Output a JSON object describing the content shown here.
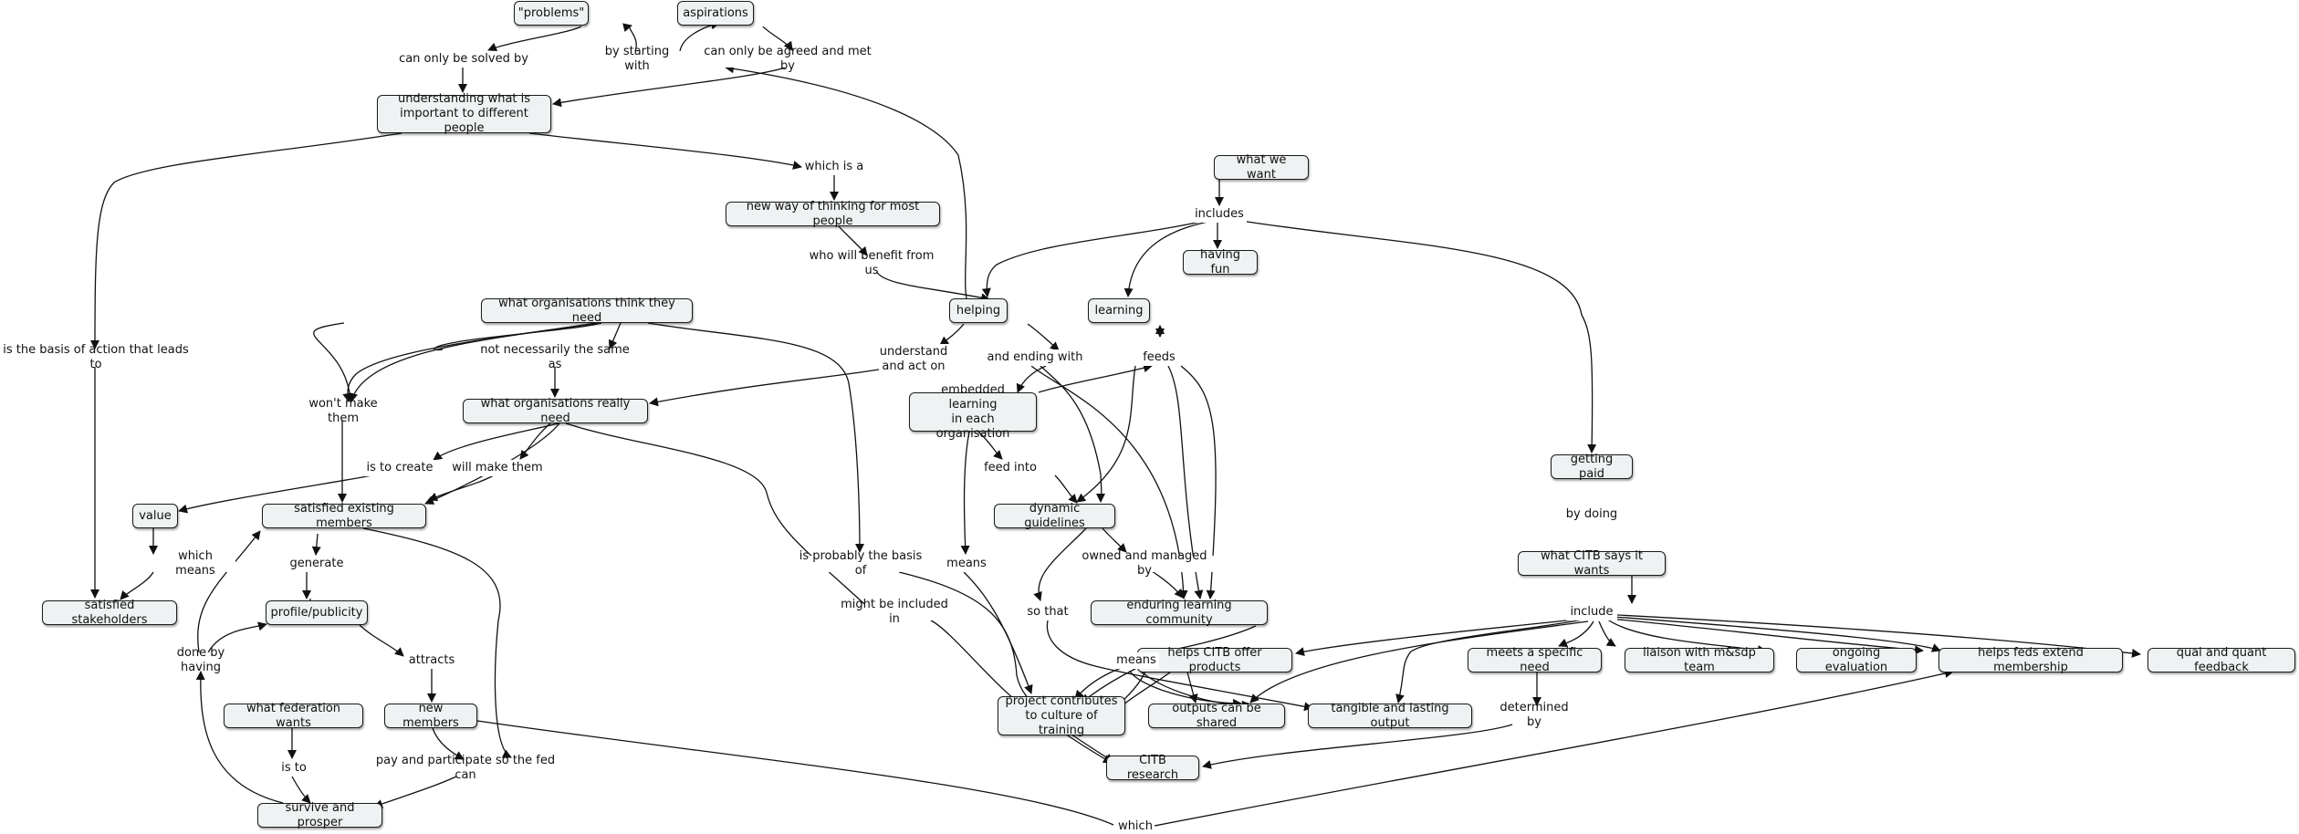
{
  "concepts": {
    "problems": "\"problems\"",
    "aspirations": "aspirations",
    "understanding": "understanding what is\nimportant to different people",
    "new_thinking": "new way of thinking for most people",
    "what_we_want": "what we want",
    "having_fun": "having fun",
    "helping": "helping",
    "learning": "learning",
    "orgs_think": "what organisations think they need",
    "orgs_need": "what organisations really need",
    "embedded": "embedded learning\nin each organisation",
    "getting_paid": "getting paid",
    "value": "value",
    "satisfied_members": "satisfied existing members",
    "dynamic_guidelines": "dynamic guidelines",
    "citb_wants": "what CITB says it wants",
    "satisfied_stakeholders": "satisfied stakeholders",
    "profile": "profile/publicity",
    "enduring": "enduring learning community",
    "helps_citb": "helps CITB offer products",
    "specific_need": "meets a specific need",
    "liaison": "liaison with m&sdp team",
    "ongoing": "ongoing evaluation",
    "helps_feds": "helps feds extend membership",
    "qual_quant": "qual and quant feedback",
    "federation_wants": "what federation wants",
    "new_members": "new members",
    "project_contributes": "project contributes\nto culture of training",
    "outputs_shared": "outputs can be shared",
    "tangible": "tangible and lasting output",
    "citb_research": "CITB research",
    "survive": "survive and prosper"
  },
  "links": {
    "solved_by": "can only be solved by",
    "starting_with": "by starting with",
    "agreed_met_by": "can only be agreed and met by",
    "which_is_a": "which is a",
    "includes": "includes",
    "who_benefit": "who will benefit from us",
    "basis_action": "is the basis of action that leads to",
    "not_same": "not necessarily the same as",
    "understand_act": "understand\nand act on",
    "and_ending": "and ending with",
    "feeds": "feeds",
    "wont_make": "won't make them",
    "is_to_create": "is to create",
    "will_make": "will make them",
    "feed_into": "feed into",
    "by_doing": "by doing",
    "which_means": "which means",
    "generate": "generate",
    "probably_basis": "is probably the basis of",
    "means1": "means",
    "owned_managed": "owned and managed by",
    "might_included": "might be included in",
    "so_that": "so that",
    "include": "include",
    "done_by_having": "done by having",
    "attracts": "attracts",
    "means2": "means",
    "determined_by": "determined by",
    "is_to": "is to",
    "pay_participate": "pay and participate so the fed can",
    "which": "which"
  },
  "colors": {
    "node_fill": "#eef2f3",
    "node_border": "#1a1a1a",
    "edge": "#111111"
  }
}
